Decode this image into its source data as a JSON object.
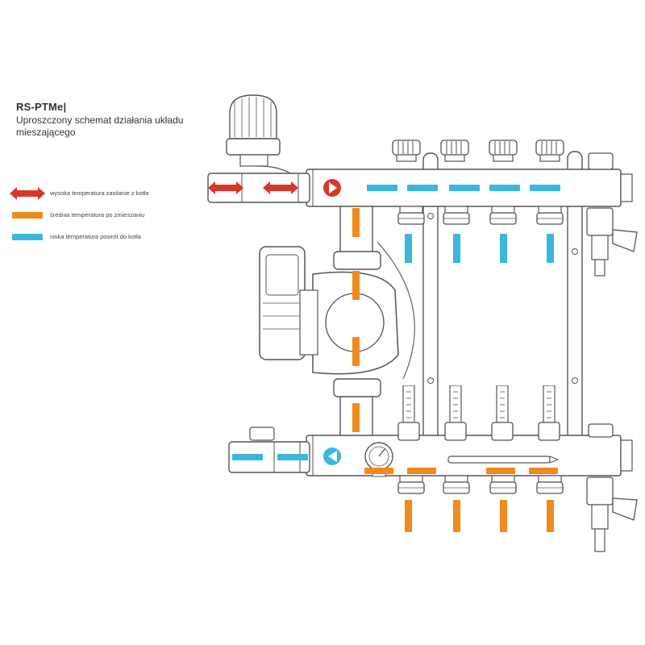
{
  "header": {
    "title": "RS-PTMe|",
    "subtitle": "Uproszczony schemat działania układu mieszającego"
  },
  "legend": [
    {
      "label": "wysoka temperatura zasilanie z kotła",
      "color": "#d9352b"
    },
    {
      "label": "średnia temperatura po zmieszaniu",
      "color": "#f08a1c"
    },
    {
      "label": "niska temperatura powrót do kotła",
      "color": "#3bb6dc"
    }
  ],
  "colors": {
    "hot": "#d9352b",
    "mixed": "#f08a1c",
    "cold": "#3bb6dc",
    "line": "#555555"
  }
}
